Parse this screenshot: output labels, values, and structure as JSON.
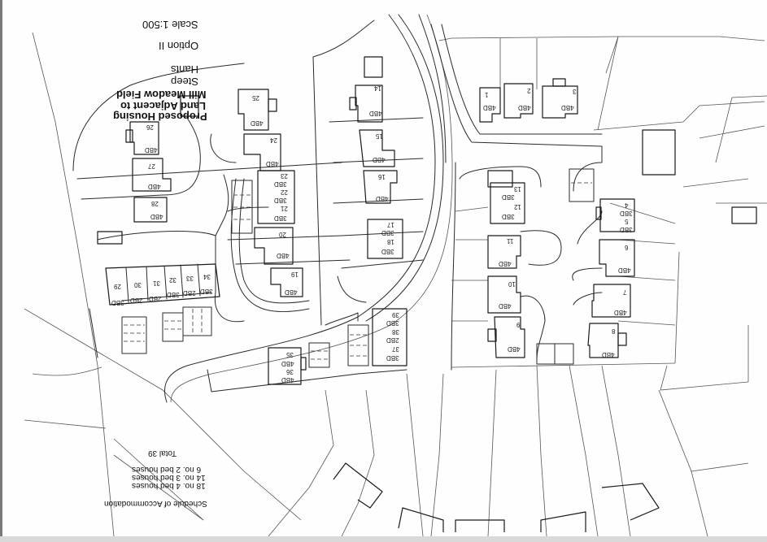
{
  "drawing": {
    "orientation": "rotated 180 degrees",
    "title_block": {
      "title_line1": "Proposed Housing",
      "title_line2": "Land Adjacent to",
      "title_line3": "Mill Meadow Field",
      "location_line1": "Steep",
      "location_line2": "Hants",
      "option": "Option II",
      "scale": "Scale 1:500"
    },
    "schedule": {
      "heading": "Schedule of Accommodation",
      "rows": [
        "18 no. 4 bed houses",
        "14 no. 3 bed houses",
        "6 no. 2 bed houses"
      ],
      "total": "Total 39"
    },
    "plots": [
      {
        "number": "1",
        "type": "4BD"
      },
      {
        "number": "2",
        "type": "4BD"
      },
      {
        "number": "3",
        "type": "4BD"
      },
      {
        "number": "4",
        "type": "3BD"
      },
      {
        "number": "5",
        "type": "3BD"
      },
      {
        "number": "6",
        "type": "4BD"
      },
      {
        "number": "7",
        "type": "4BD"
      },
      {
        "number": "8",
        "type": "4BD"
      },
      {
        "number": "9",
        "type": "4BD"
      },
      {
        "number": "10",
        "type": "4BD"
      },
      {
        "number": "11",
        "type": "4BD"
      },
      {
        "number": "12",
        "type": "3BD"
      },
      {
        "number": "13",
        "type": "3BD"
      },
      {
        "number": "14",
        "type": "4BD"
      },
      {
        "number": "15",
        "type": "4BD"
      },
      {
        "number": "16",
        "type": "4BD"
      },
      {
        "number": "17",
        "type": "3BD"
      },
      {
        "number": "18",
        "type": "3BD"
      },
      {
        "number": "19",
        "type": "4BD"
      },
      {
        "number": "20",
        "type": "4BD"
      },
      {
        "number": "21",
        "type": "3BD"
      },
      {
        "number": "22",
        "type": "3BD"
      },
      {
        "number": "23",
        "type": "3BD"
      },
      {
        "number": "24",
        "type": "4BD"
      },
      {
        "number": "25",
        "type": "4BD"
      },
      {
        "number": "26",
        "type": "4BD"
      },
      {
        "number": "27",
        "type": "4BD"
      },
      {
        "number": "28",
        "type": "4BD"
      },
      {
        "number": "29",
        "type": "3BD"
      },
      {
        "number": "30",
        "type": "2BD"
      },
      {
        "number": "31",
        "type": "2BD"
      },
      {
        "number": "32",
        "type": "3BD"
      },
      {
        "number": "33",
        "type": "2BD"
      },
      {
        "number": "34",
        "type": "3BD"
      },
      {
        "number": "35",
        "type": "4BD"
      },
      {
        "number": "36",
        "type": "4BD"
      },
      {
        "number": "37",
        "type": "3BD"
      },
      {
        "number": "38",
        "type": "2BD"
      },
      {
        "number": "39",
        "type": "3BD"
      }
    ]
  }
}
